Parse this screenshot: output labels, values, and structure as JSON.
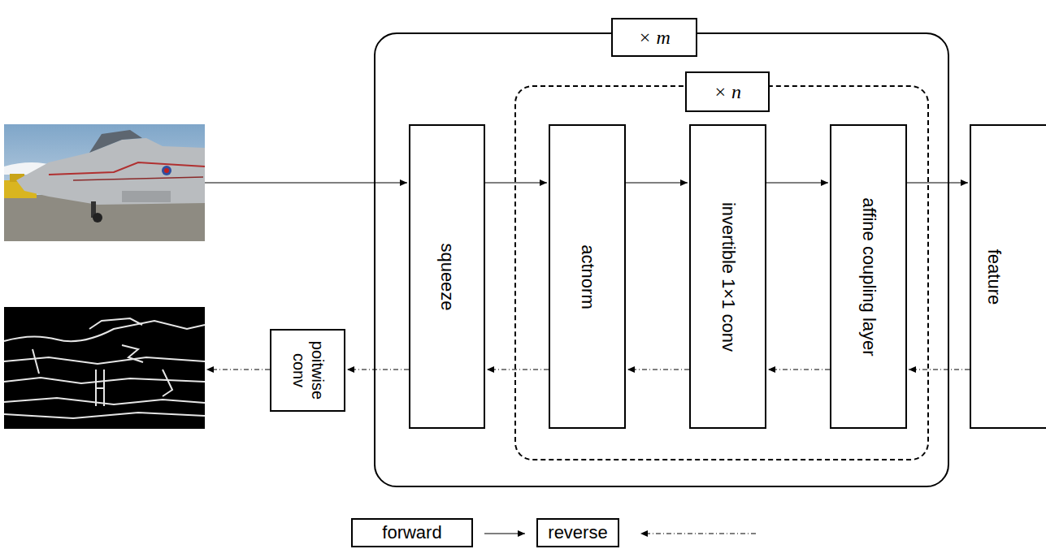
{
  "diagram": {
    "nodes": [
      {
        "text": [
          "× m"
        ]
      },
      {
        "text": [
          "× n"
        ],
        "in": 0
      },
      {
        "text": [
          "squeeze"
        ],
        "in": 0
      },
      {
        "text": [
          "actnorm"
        ],
        "in": 1
      },
      {
        "text": [
          "invertible 1×1 conv"
        ],
        "in": 1
      },
      {
        "text": [
          "affine coupling layer"
        ],
        "in": 1
      },
      {
        "text": [
          "feature"
        ]
      },
      {
        "text": [
          "poitwise conv"
        ]
      }
    ],
    "edges": [
      {
        "from": 2,
        "to": 3,
        "arrow": "to"
      },
      {
        "from": 3,
        "to": 4,
        "arrow": "to"
      },
      {
        "from": 4,
        "to": 5,
        "arrow": "to"
      },
      {
        "from": 5,
        "to": 6,
        "arrow": "to"
      },
      {
        "from": 6,
        "to": 5,
        "arrow": "to"
      },
      {
        "from": 5,
        "to": 4,
        "arrow": "to"
      },
      {
        "from": 4,
        "to": 3,
        "arrow": "to"
      },
      {
        "from": 3,
        "to": 2,
        "arrow": "to"
      },
      {
        "from": 2,
        "to": 7,
        "arrow": "to"
      }
    ],
    "legend": [
      {
        "text": "forward"
      },
      {
        "text": "reverse"
      }
    ]
  }
}
